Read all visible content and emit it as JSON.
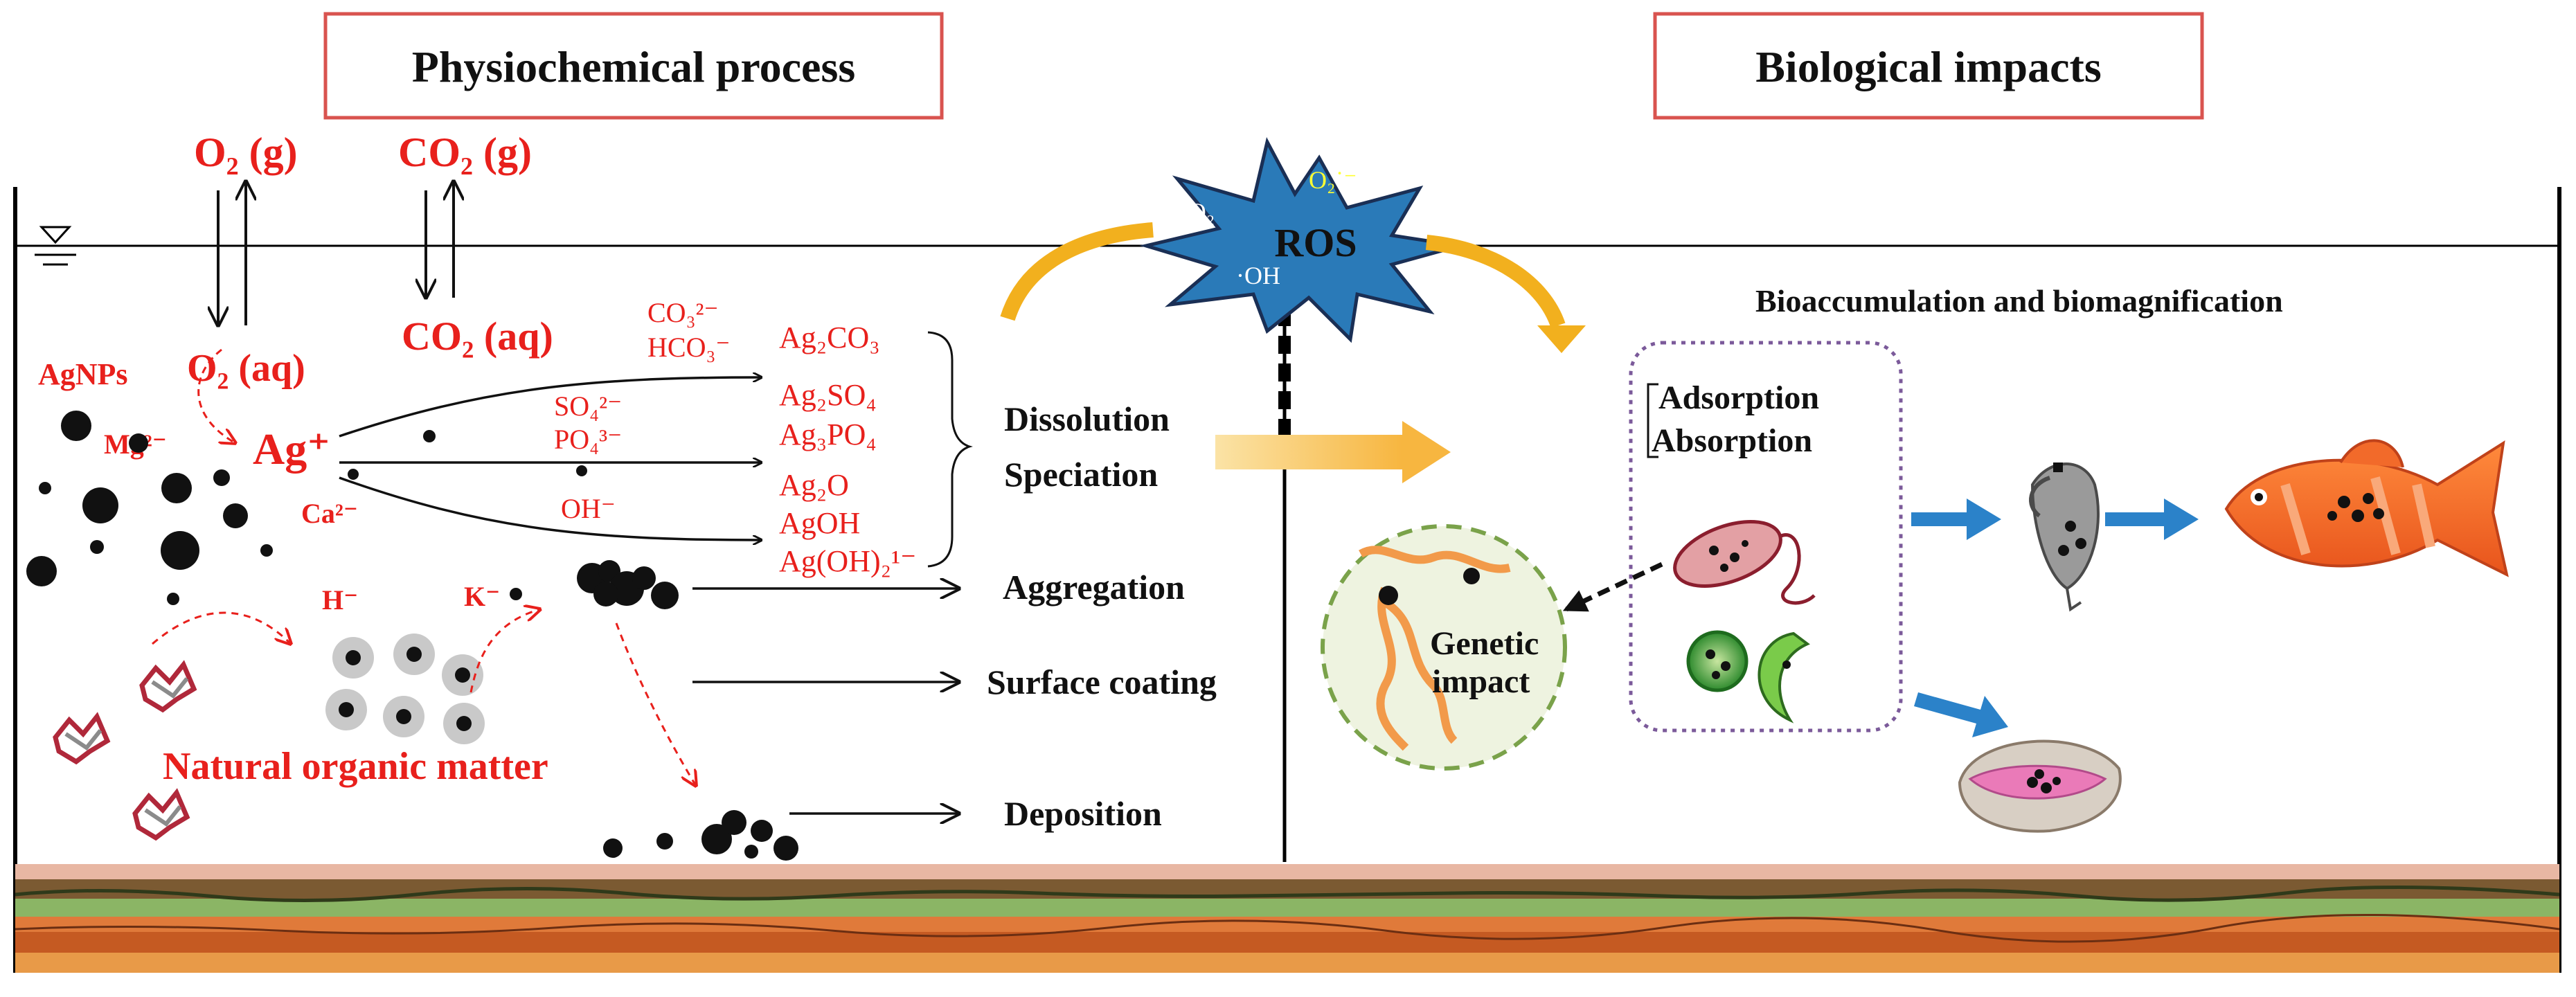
{
  "titles": {
    "left": "Physiochemical process",
    "right": "Biological impacts"
  },
  "gases": {
    "o2_gas": "O₂ (g)",
    "co2_gas": "CO₂ (g)",
    "o2_aq": "O₂ (aq)",
    "co2_aq": "CO₂ (aq)"
  },
  "ions": {
    "agnps": "AgNPs",
    "mg": "Mg²⁻",
    "ag": "Ag⁺",
    "ca": "Ca²⁻",
    "h": "H⁻",
    "k": "K⁻",
    "co3": "CO₃²⁻",
    "hco3": "HCO₃⁻",
    "so4": "SO₄²⁻",
    "po4": "PO₄³⁻",
    "oh": "OH⁻"
  },
  "products": {
    "ag2co3": "Ag₂CO₃",
    "ag2so4": "Ag₂SO₄",
    "ag3po4": "Ag₃PO₄",
    "ag2o": "Ag₂O",
    "agoh": "AgOH",
    "agoh2": "Ag(OH)₂¹⁻"
  },
  "processes": {
    "dissolution": "Dissolution",
    "speciation": "Speciation",
    "aggregation": "Aggregation",
    "surface_coating": "Surface coating",
    "deposition": "Deposition"
  },
  "nom": "Natural organic matter",
  "ros": {
    "label": "ROS",
    "singlet": "¹O₂",
    "superoxide": "O₂˙⁻",
    "hydroxyl": "·OH"
  },
  "bio": {
    "bioaccumulation": "Bioaccumulation and biomagnification",
    "adsorption": "Adsorption",
    "absorption": "Absorption",
    "genetic_line1": "Genetic",
    "genetic_line2": "impact"
  },
  "colors": {
    "ion_red": "#e8201c",
    "title_border": "#d9534f",
    "ros_star": "#2a7ab8",
    "curve_arrow": "#f2b01e",
    "flow_arrow": "#2b82c9",
    "fish": "#f26a2a"
  }
}
